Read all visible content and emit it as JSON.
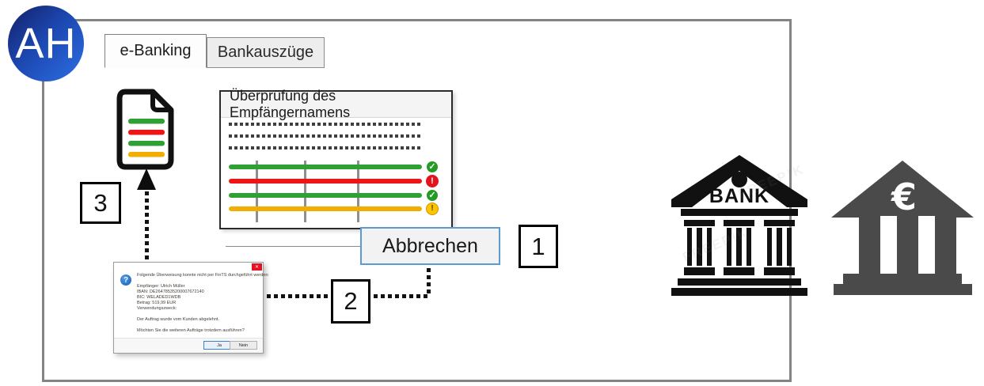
{
  "badge": {
    "initials": "AH",
    "accent_dark": "#141f66",
    "accent_light": "#2e6fe4"
  },
  "tabs": [
    {
      "label": "e-Banking",
      "active": true
    },
    {
      "label": "Bankauszüge",
      "active": false
    }
  ],
  "panel": {
    "title": "Überprüfung des Empfängernamens",
    "bars": [
      {
        "color": "#2fa033",
        "status": "ok",
        "glyph": "✓"
      },
      {
        "color": "#ee1516",
        "status": "error",
        "glyph": "!"
      },
      {
        "color": "#2fa033",
        "status": "ok",
        "glyph": "✓"
      },
      {
        "color": "#f2ae00",
        "status": "warning",
        "glyph": "!"
      }
    ]
  },
  "document_icon": {
    "line_colors": [
      "#2fa033",
      "#ee1516",
      "#2fa033",
      "#f2ae00"
    ]
  },
  "steps": {
    "one": "1",
    "two": "2",
    "three": "3"
  },
  "cancel_button": {
    "label": "Abbrechen",
    "border_color": "#5b9bd5"
  },
  "dialog": {
    "close_glyph": "✕",
    "question_glyph": "?",
    "lines": [
      "Folgende Überweisung konnte nicht per FinTS durchgeführt werden:",
      "Empfänger: Ulrich Müller",
      "IBAN: DE26478535200007672140",
      "BIC: WELADED1WDB",
      "Betrag: 519,99 EUR",
      "Verwendungszweck:",
      "Der Auftrag wurde vom Kunden abgelehnt.",
      "Möchten Sie die weiteren Aufträge trotzdem ausführen?"
    ],
    "buttons": {
      "yes": "Ja",
      "no": "Nein"
    }
  },
  "banks": {
    "outlined": {
      "label": "BANK"
    },
    "solid": {
      "symbol": "€",
      "color": "#4a4a4a"
    }
  },
  "watermark": "FREEP!K"
}
